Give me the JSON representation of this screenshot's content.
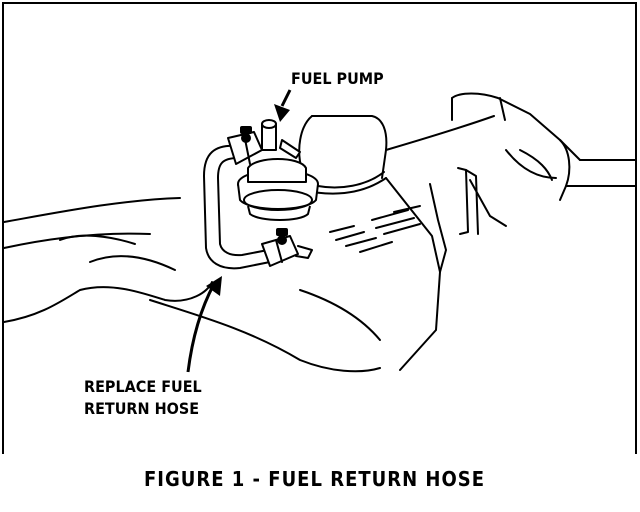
{
  "labels": {
    "fuel_pump": "FUEL PUMP",
    "replace_line1": "REPLACE FUEL",
    "replace_line2": "RETURN HOSE"
  },
  "caption": "FIGURE 1 - FUEL RETURN HOSE",
  "colors": {
    "ink": "#000000",
    "paper": "#ffffff"
  }
}
